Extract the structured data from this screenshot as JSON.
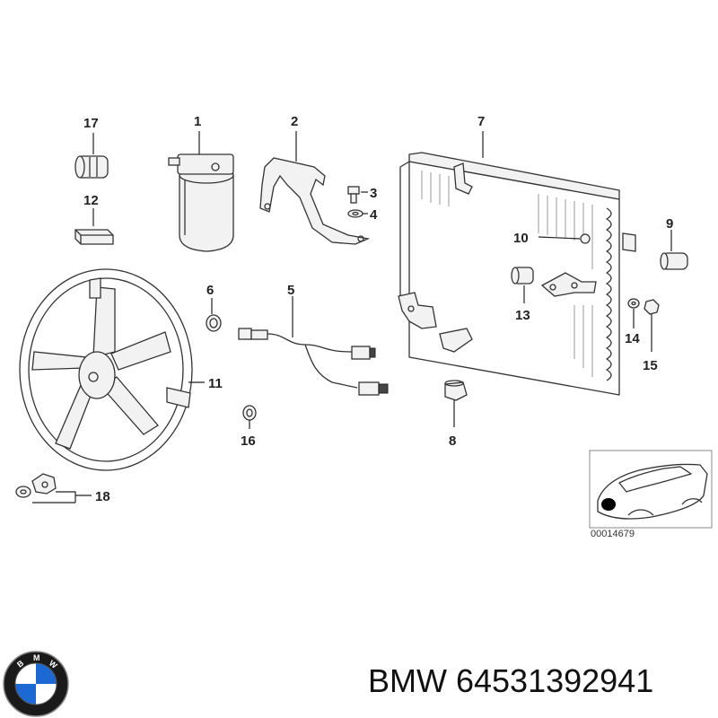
{
  "callouts": {
    "c1": "1",
    "c2": "2",
    "c3": "3",
    "c4": "4",
    "c5": "5",
    "c6": "6",
    "c7": "7",
    "c8": "8",
    "c9": "9",
    "c10": "10",
    "c11": "11",
    "c12": "12",
    "c13": "13",
    "c14": "14",
    "c15": "15",
    "c16": "16",
    "c17": "17",
    "c18": "18"
  },
  "inset": {
    "reference_code": "00014679"
  },
  "logo": {
    "brand_lettering": "BMW",
    "colors": {
      "blue": "#1c69d4",
      "white": "#ffffff",
      "ring": "#1a1a1a"
    }
  },
  "footer": {
    "part_number_text": "BMW 64531392941"
  }
}
